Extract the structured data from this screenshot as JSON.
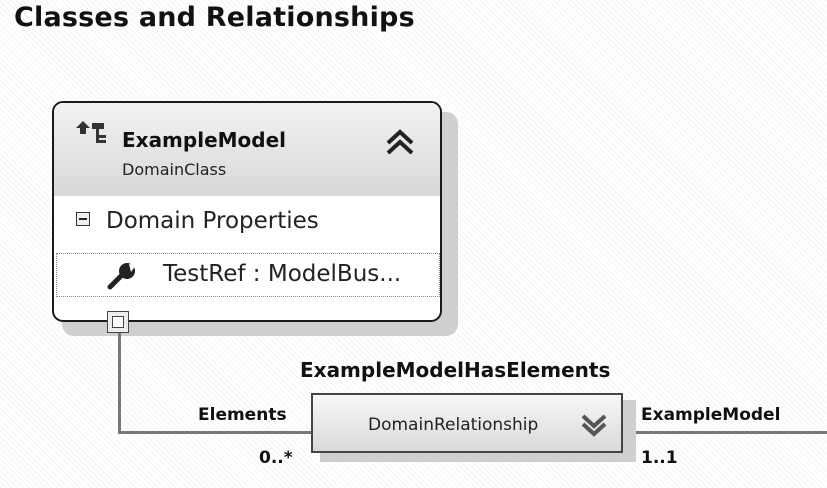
{
  "section_title": "Classes and Relationships",
  "domain_class": {
    "name": "ExampleModel",
    "kind": "DomainClass",
    "collapse_icon": "double-chevron-up-icon",
    "compartment": {
      "title": "Domain Properties",
      "properties": [
        {
          "label": "TestRef : ModelBus...",
          "icon": "wrench-icon"
        }
      ]
    }
  },
  "relationship": {
    "name": "ExampleModelHasElements",
    "kind": "DomainRelationship",
    "expand_icon": "double-chevron-down-icon",
    "source_role": {
      "name": "Elements",
      "multiplicity": "0..*"
    },
    "target_role": {
      "name": "ExampleModel",
      "multiplicity": "1..1"
    }
  }
}
